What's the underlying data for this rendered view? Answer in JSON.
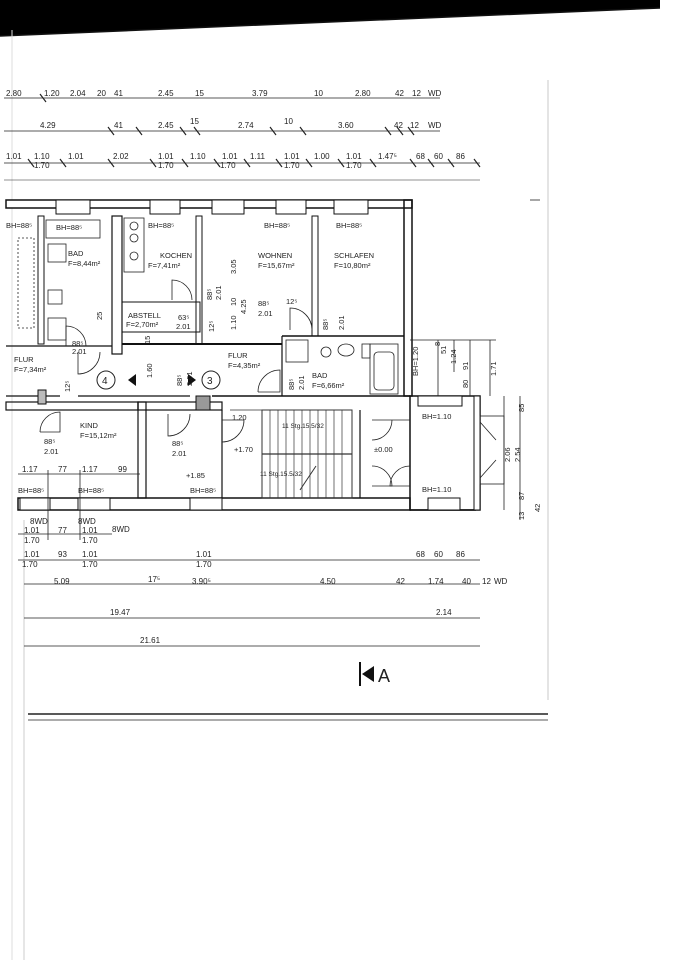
{
  "top_dims": {
    "row0": [
      "2.80",
      "1.20",
      "2.04",
      "20",
      "41",
      "2.45",
      "15",
      "3.79",
      "10",
      "2.80",
      "42",
      "12",
      "WD"
    ],
    "row1": [
      "4.29",
      "41",
      "2.45",
      "15",
      "2.74",
      "10",
      "3.60",
      "42",
      "12",
      "WD"
    ],
    "row2a": [
      "1.01",
      "1.10",
      "1.01",
      "2.02",
      "1.01",
      "1.10",
      "1.01",
      "1.11",
      "1.01",
      "1.00",
      "1.01",
      "1.47⁵",
      "68",
      "60",
      "86"
    ],
    "row2b": [
      "1.70",
      "1.70",
      "1.70",
      "1.70",
      "1.70"
    ]
  },
  "rooms": {
    "bad_left": {
      "bh": "BH=88⁵",
      "name": "BAD",
      "area": "F=8,44m²"
    },
    "kochen": {
      "bh": "BH=88⁵",
      "name": "KOCHEN",
      "area": "F=7,41m²"
    },
    "wohnen": {
      "bh": "BH=88⁵",
      "name": "WOHNEN",
      "area": "F=15,67m²"
    },
    "schlafen": {
      "bh": "BH=88⁵",
      "name": "SCHLAFEN",
      "area": "F=10,80m²"
    },
    "abstell": {
      "name": "ABSTELL",
      "area": "F=2,70m²"
    },
    "flur_right": {
      "name": "FLUR",
      "area": "F=4,35m²"
    },
    "bad_right": {
      "name": "BAD",
      "area": "F=6,66m²"
    },
    "flur_left": {
      "name": "FLUR",
      "area": "F=7,34m²"
    },
    "kind": {
      "name": "KIND",
      "area": "F=15,12m²"
    }
  },
  "labels": {
    "bh_left_edge": "BH=88⁵",
    "bh_bottom_left1": "BH=88⁵",
    "bh_bottom_left2": "BH=88⁵",
    "bh_bottom_mid": "BH=88⁵",
    "bh_stair_top": "BH=1.10",
    "bh_stair_bottom": "BH=1.10",
    "bh_bad_vert": "BH=1.20",
    "unit4": "4",
    "unit3": "3",
    "level_plus170": "+1.70",
    "level_plus185": "+1.85",
    "level_zero": "±0.00",
    "stair_upper": "11 Stg.15.5/32",
    "stair_lower": "11 Stg.15.5/32",
    "door_885a": "88⁵",
    "door_201a": "2.01",
    "door_885b": "88⁵",
    "door_201b": "2.01",
    "door_885c": "88⁵",
    "door_201c": "2.01",
    "door_885d": "88⁵",
    "door_201d": "2.01",
    "abstell_63": "63⁵",
    "abstell_201": "2.01",
    "bad_r_885": "88⁵",
    "bad_r_201": "2.01",
    "flur_885": "88⁵",
    "flur_201": "2.01",
    "v305": "3.05",
    "v425": "4.25",
    "v110": "1.10",
    "v10": "10",
    "v160": "1.60",
    "v125a": "12⁵",
    "v125b": "12⁵",
    "v125c": "12⁵",
    "v25": "25",
    "d120": "1.20",
    "v15": "15",
    "r_171": "1.71",
    "r_124": "1.24",
    "r_91": "91",
    "r_80": "80",
    "r_51": "51",
    "r_8": "8",
    "r_85": "85",
    "r_206": "2.06",
    "r_254": "2.54",
    "r_87": "87",
    "r_42": "42",
    "r_13": "13"
  },
  "bottom_dims": {
    "row_a": [
      "1.17",
      "77",
      "1.17",
      "99"
    ],
    "bwd": [
      "8WD",
      "8WD",
      "8WD"
    ],
    "row_b": [
      "1.01",
      "77",
      "1.01"
    ],
    "row_c": [
      "1.70",
      "1.70"
    ],
    "row_d": [
      "1.01",
      "93",
      "1.01",
      "1.01",
      "68",
      "60",
      "86"
    ],
    "row_e": [
      "1.70",
      "1.70",
      "1.70"
    ],
    "row_f": [
      "5.09",
      "17⁵",
      "3.90⁵",
      "4.50",
      "42",
      "1.74",
      "40",
      "12",
      "WD"
    ],
    "row_g": [
      "19.47",
      "2.14"
    ],
    "row_h": [
      "21.61"
    ]
  },
  "section_label": "A"
}
